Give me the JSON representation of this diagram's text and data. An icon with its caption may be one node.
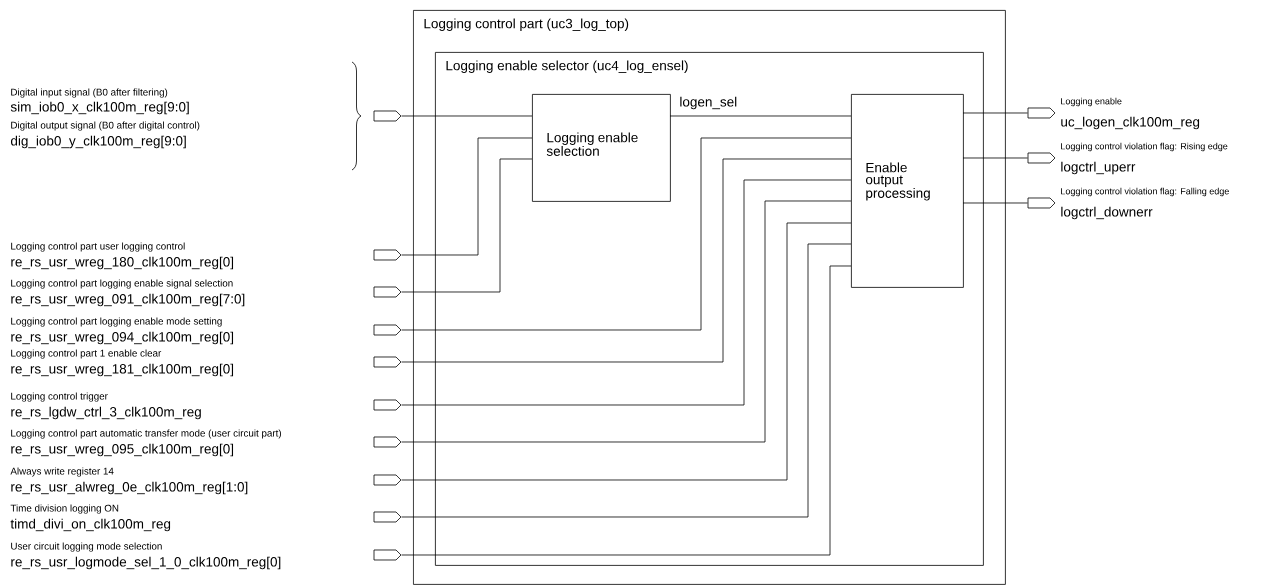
{
  "diagram": {
    "nodes": [
      {
        "text": [
          "Logging control part (uc3_log_top)"
        ]
      },
      {
        "text": [
          "Logging enable selector (uc4_log_ensel)"
        ],
        "in": 0
      },
      {
        "text": [
          "Logging enable selection"
        ],
        "in": 1
      },
      {
        "text": [
          "Enable output processing"
        ],
        "in": 1
      },
      {
        "text": [],
        "shape": "pentagon",
        "beside": [
          "Digital input signal (B0 after filtering)",
          "sim_iob0_x_clk100m_reg[9:0]",
          "Digital output signal (B0 after digital control)",
          "dig_iob0_y_clk100m_reg[9:0]"
        ]
      },
      {
        "text": [],
        "shape": "pentagon",
        "beside": [
          "Logging control part user logging control",
          "re_rs_usr_wreg_180_clk100m_reg[0]"
        ]
      },
      {
        "text": [],
        "shape": "pentagon",
        "beside": [
          "Logging control part logging enable signal selection",
          "re_rs_usr_wreg_091_clk100m_reg[7:0]"
        ]
      },
      {
        "text": [],
        "shape": "pentagon",
        "beside": [
          "Logging control part logging enable mode setting",
          "re_rs_usr_wreg_094_clk100m_reg[0]"
        ]
      },
      {
        "text": [],
        "shape": "pentagon",
        "beside": [
          "Logging control part 1 enable clear",
          "re_rs_usr_wreg_181_clk100m_reg[0]"
        ]
      },
      {
        "text": [],
        "shape": "pentagon",
        "beside": [
          "Logging control trigger",
          "re_rs_lgdw_ctrl_3_clk100m_reg"
        ]
      },
      {
        "text": [],
        "shape": "pentagon",
        "beside": [
          "Logging control part automatic transfer mode (user circuit part)",
          "re_rs_usr_wreg_095_clk100m_reg[0]"
        ]
      },
      {
        "text": [],
        "shape": "pentagon",
        "beside": [
          "Always write register 14",
          "re_rs_usr_alwreg_0e_clk100m_reg[1:0]"
        ]
      },
      {
        "text": [],
        "shape": "pentagon",
        "beside": [
          "Time division logging ON",
          "timd_divi_on_clk100m_reg"
        ]
      },
      {
        "text": [],
        "shape": "pentagon",
        "beside": [
          "User circuit logging mode selection",
          "re_rs_usr_logmode_sel_1_0_clk100m_reg[0]"
        ]
      },
      {
        "text": [],
        "shape": "pentagon",
        "beside": [
          "Logging enable",
          "uc_logen_clk100m_reg"
        ]
      },
      {
        "text": [],
        "shape": "pentagon",
        "beside": [
          "Logging control violation flag: Rising edge",
          "logctrl_uperr"
        ]
      },
      {
        "text": [],
        "shape": "pentagon",
        "beside": [
          "Logging control violation flag: Falling edge",
          "logctrl_downerr"
        ]
      }
    ],
    "edges": [
      {
        "from": 4,
        "to": 2,
        "arrow": "none"
      },
      {
        "from": 5,
        "to": 2,
        "arrow": "none"
      },
      {
        "from": 6,
        "to": 2,
        "arrow": "none"
      },
      {
        "from": 2,
        "to": 3,
        "arrow": "none",
        "label": "logen_sel"
      },
      {
        "from": 7,
        "to": 3,
        "arrow": "none"
      },
      {
        "from": 8,
        "to": 3,
        "arrow": "none"
      },
      {
        "from": 9,
        "to": 3,
        "arrow": "none"
      },
      {
        "from": 10,
        "to": 3,
        "arrow": "none"
      },
      {
        "from": 11,
        "to": 3,
        "arrow": "none"
      },
      {
        "from": 12,
        "to": 3,
        "arrow": "none"
      },
      {
        "from": 13,
        "to": 3,
        "arrow": "none"
      },
      {
        "from": 3,
        "to": 14,
        "arrow": "none"
      },
      {
        "from": 3,
        "to": 15,
        "arrow": "none"
      },
      {
        "from": 3,
        "to": 16,
        "arrow": "none"
      }
    ]
  }
}
